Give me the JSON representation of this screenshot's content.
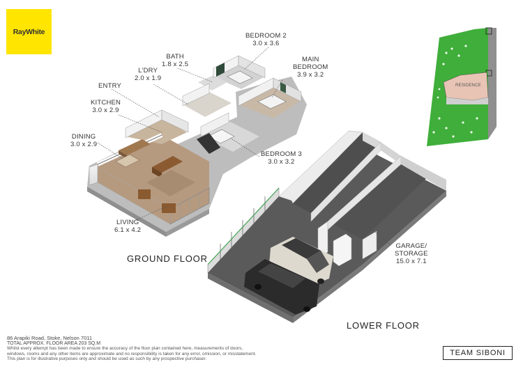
{
  "brand": {
    "logo_text": "RayWhite",
    "logo_color": "#ffe500",
    "team_label": "TEAM SIBONI"
  },
  "floors": {
    "ground": "GROUND FLOOR",
    "lower": "LOWER FLOOR"
  },
  "rooms": {
    "bedroom2": {
      "name": "BEDROOM 2",
      "dims": "3.0 x 3.6"
    },
    "bath": {
      "name": "BATH",
      "dims": "1.8 x 2.5"
    },
    "laundry": {
      "name": "L'DRY",
      "dims": "2.0 x 1.9"
    },
    "main_bedroom": {
      "name1": "MAIN",
      "name2": "BEDROOM",
      "dims": "3.9 x 3.2"
    },
    "entry": {
      "name": "ENTRY"
    },
    "kitchen": {
      "name": "KITCHEN",
      "dims": "3.0 x 2.9"
    },
    "dining": {
      "name": "DINING",
      "dims": "3.0 x 2.9"
    },
    "bedroom3": {
      "name": "BEDROOM 3",
      "dims": "3.0 x 3.2"
    },
    "living": {
      "name": "LIVING",
      "dims": "6.1 x 4.2"
    },
    "garage": {
      "name1": "GARAGE/",
      "name2": "STORAGE",
      "dims": "15.0 x 7.1"
    }
  },
  "site_plan": {
    "residence_label": "RESIDENCE",
    "lawn_color": "#3fae3a",
    "residence_color": "#e8c4b4"
  },
  "footer": {
    "address": "86 Arapiki Road, Stoke, Nelson 7011",
    "area": "TOTAL APPROX. FLOOR AREA 203 SQ.M",
    "disclaimer1": "Whilst every attempt has been made to ensure the accuracy of the floor plan contained here, measurements of doors,",
    "disclaimer2": "windows, rooms and any other items are approximate and no responsibility is taken for any error, omission, or misstatement.",
    "disclaimer3": "This plan is for illustrative purposes only and should be used as such by any prospective purchaser."
  }
}
